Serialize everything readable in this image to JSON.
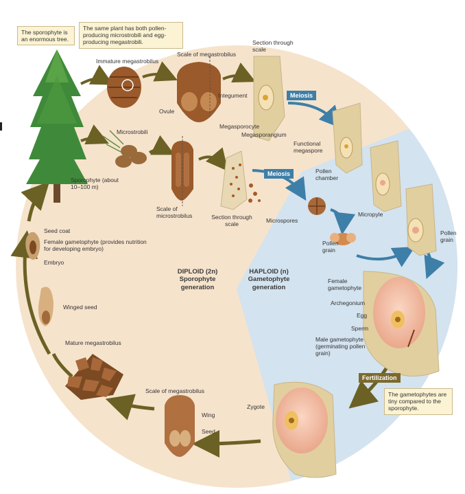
{
  "callouts": {
    "sporophyte_tree": "The sporophyte is an enormous tree.",
    "both_strobili": "The same plant has both pollen-producing microstrobili and egg-producing megastrobili.",
    "gametophytes_tiny": "The gametophytes are tiny compared to the sporophyte."
  },
  "labels": {
    "immature_megastrobilus": "Immature megastrobilus",
    "scale_of_megastrobilus_top": "Scale of megastrobilus",
    "section_through_scale_top": "Section through scale",
    "integument": "Integument",
    "ovule": "Ovule",
    "megasporocyte": "Megasporocyte",
    "megasporangium": "Megasporangium",
    "functional_megaspore": "Functional megaspore",
    "pollen_chamber": "Pollen chamber",
    "micropyle": "Micropyle",
    "microstrobili": "Microstrobili",
    "sporophyte": "Sporophyte (about 10–100 m)",
    "scale_of_microstrobilus": "Scale of microstrobilus",
    "section_through_scale_mid": "Section through scale",
    "microspores": "Microspores",
    "pollen_grain_1": "Pollen grain",
    "pollen_grain_2": "Pollen grain",
    "seed_coat": "Seed coat",
    "female_gametophyte_seed": "Female gametophyte (provides nutrition for developing embryo)",
    "embryo": "Embryo",
    "winged_seed": "Winged seed",
    "mature_megastrobilus": "Mature megastrobilus",
    "scale_of_megastrobilus_bottom": "Scale of megastrobilus",
    "wing": "Wing",
    "seed": "Seed",
    "zygote": "Zygote",
    "female_gametophyte": "Female gametophyte",
    "archegonium": "Archegonium",
    "egg": "Egg",
    "sperm": "Sperm",
    "male_gametophyte": "Male gametophyte (germinating pollen grain)"
  },
  "generations": {
    "diploid_title": "DIPLOID (2n)",
    "diploid_sub": "Sporophyte generation",
    "haploid_title": "HAPLOID (n)",
    "haploid_sub": "Gametophyte generation"
  },
  "tags": {
    "meiosis_1": "Meiosis",
    "meiosis_2": "Meiosis",
    "fertilization": "Fertilization"
  },
  "colors": {
    "diploid_bg": "#f6e3cc",
    "haploid_bg": "#d3e3ef",
    "arrow": "#6b6124",
    "arrow_blue": "#3d7fa8"
  }
}
